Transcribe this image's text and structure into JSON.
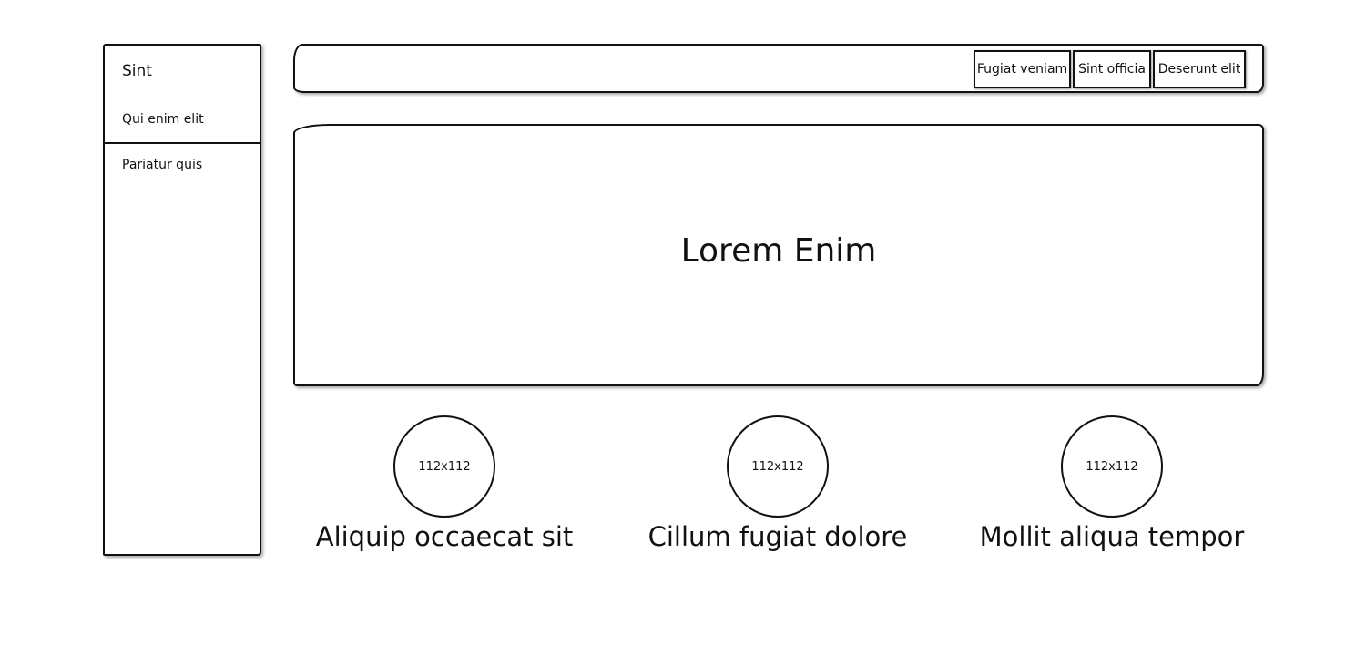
{
  "sidebar": {
    "title": "Sint",
    "items": [
      {
        "label": "Qui enim elit"
      },
      {
        "label": "Pariatur quis"
      }
    ]
  },
  "topbar": {
    "tabs": [
      {
        "label": "Fugiat veniam"
      },
      {
        "label": "Sint officia"
      },
      {
        "label": "Deserunt elit"
      }
    ]
  },
  "hero": {
    "title": "Lorem Enim"
  },
  "features": [
    {
      "image_label": "112x112",
      "title": "Aliquip occaecat sit"
    },
    {
      "image_label": "112x112",
      "title": "Cillum fugiat dolore"
    },
    {
      "image_label": "112x112",
      "title": "Mollit aliqua tempor"
    }
  ]
}
